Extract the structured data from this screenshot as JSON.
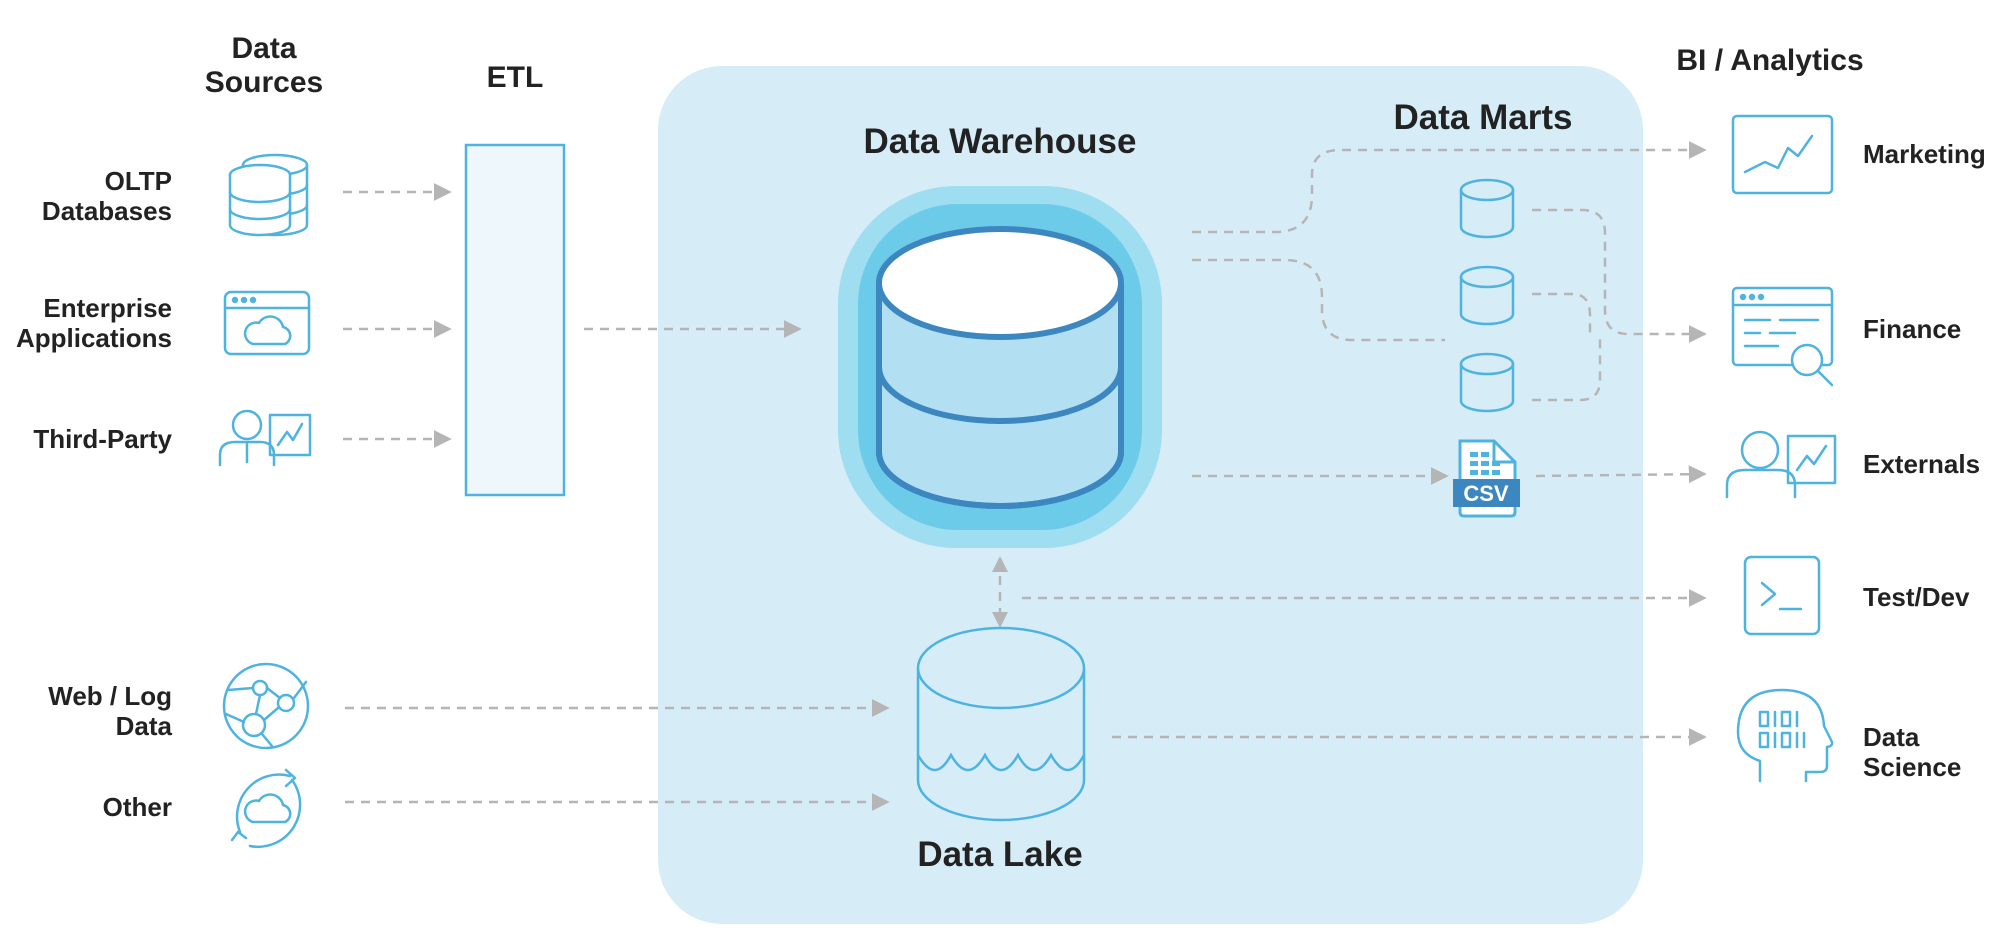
{
  "headings": {
    "sources": "Data\nSources",
    "etl": "ETL",
    "warehouse": "Data Warehouse",
    "marts": "Data Marts",
    "bi": "BI / Analytics",
    "lake": "Data Lake"
  },
  "sources": {
    "oltp": "OLTP\nDatabases",
    "enterprise": "Enterprise\nApplications",
    "third_party": "Third-Party",
    "weblog": "Web / Log\nData",
    "other": "Other"
  },
  "outputs": {
    "marketing": "Marketing",
    "finance": "Finance",
    "externals": "Externals",
    "testdev": "Test/Dev",
    "datascience": "Data\nScience"
  },
  "csv_label": "CSV",
  "colors": {
    "icon_blue": "#4fb3e0",
    "panel_bg": "#d6edf8",
    "cyl_dark": "#3c87c0",
    "arrow_gray": "#b5b5b5"
  },
  "icons": {
    "oltp": "database-stack-icon",
    "enterprise": "browser-cloud-icon",
    "third_party": "person-chart-icon",
    "weblog": "network-globe-icon",
    "other": "cloud-sync-icon",
    "marketing": "line-chart-icon",
    "finance": "report-search-icon",
    "externals": "person-chart-icon",
    "testdev": "terminal-icon",
    "datascience": "head-barcode-icon",
    "csv": "csv-file-icon"
  }
}
